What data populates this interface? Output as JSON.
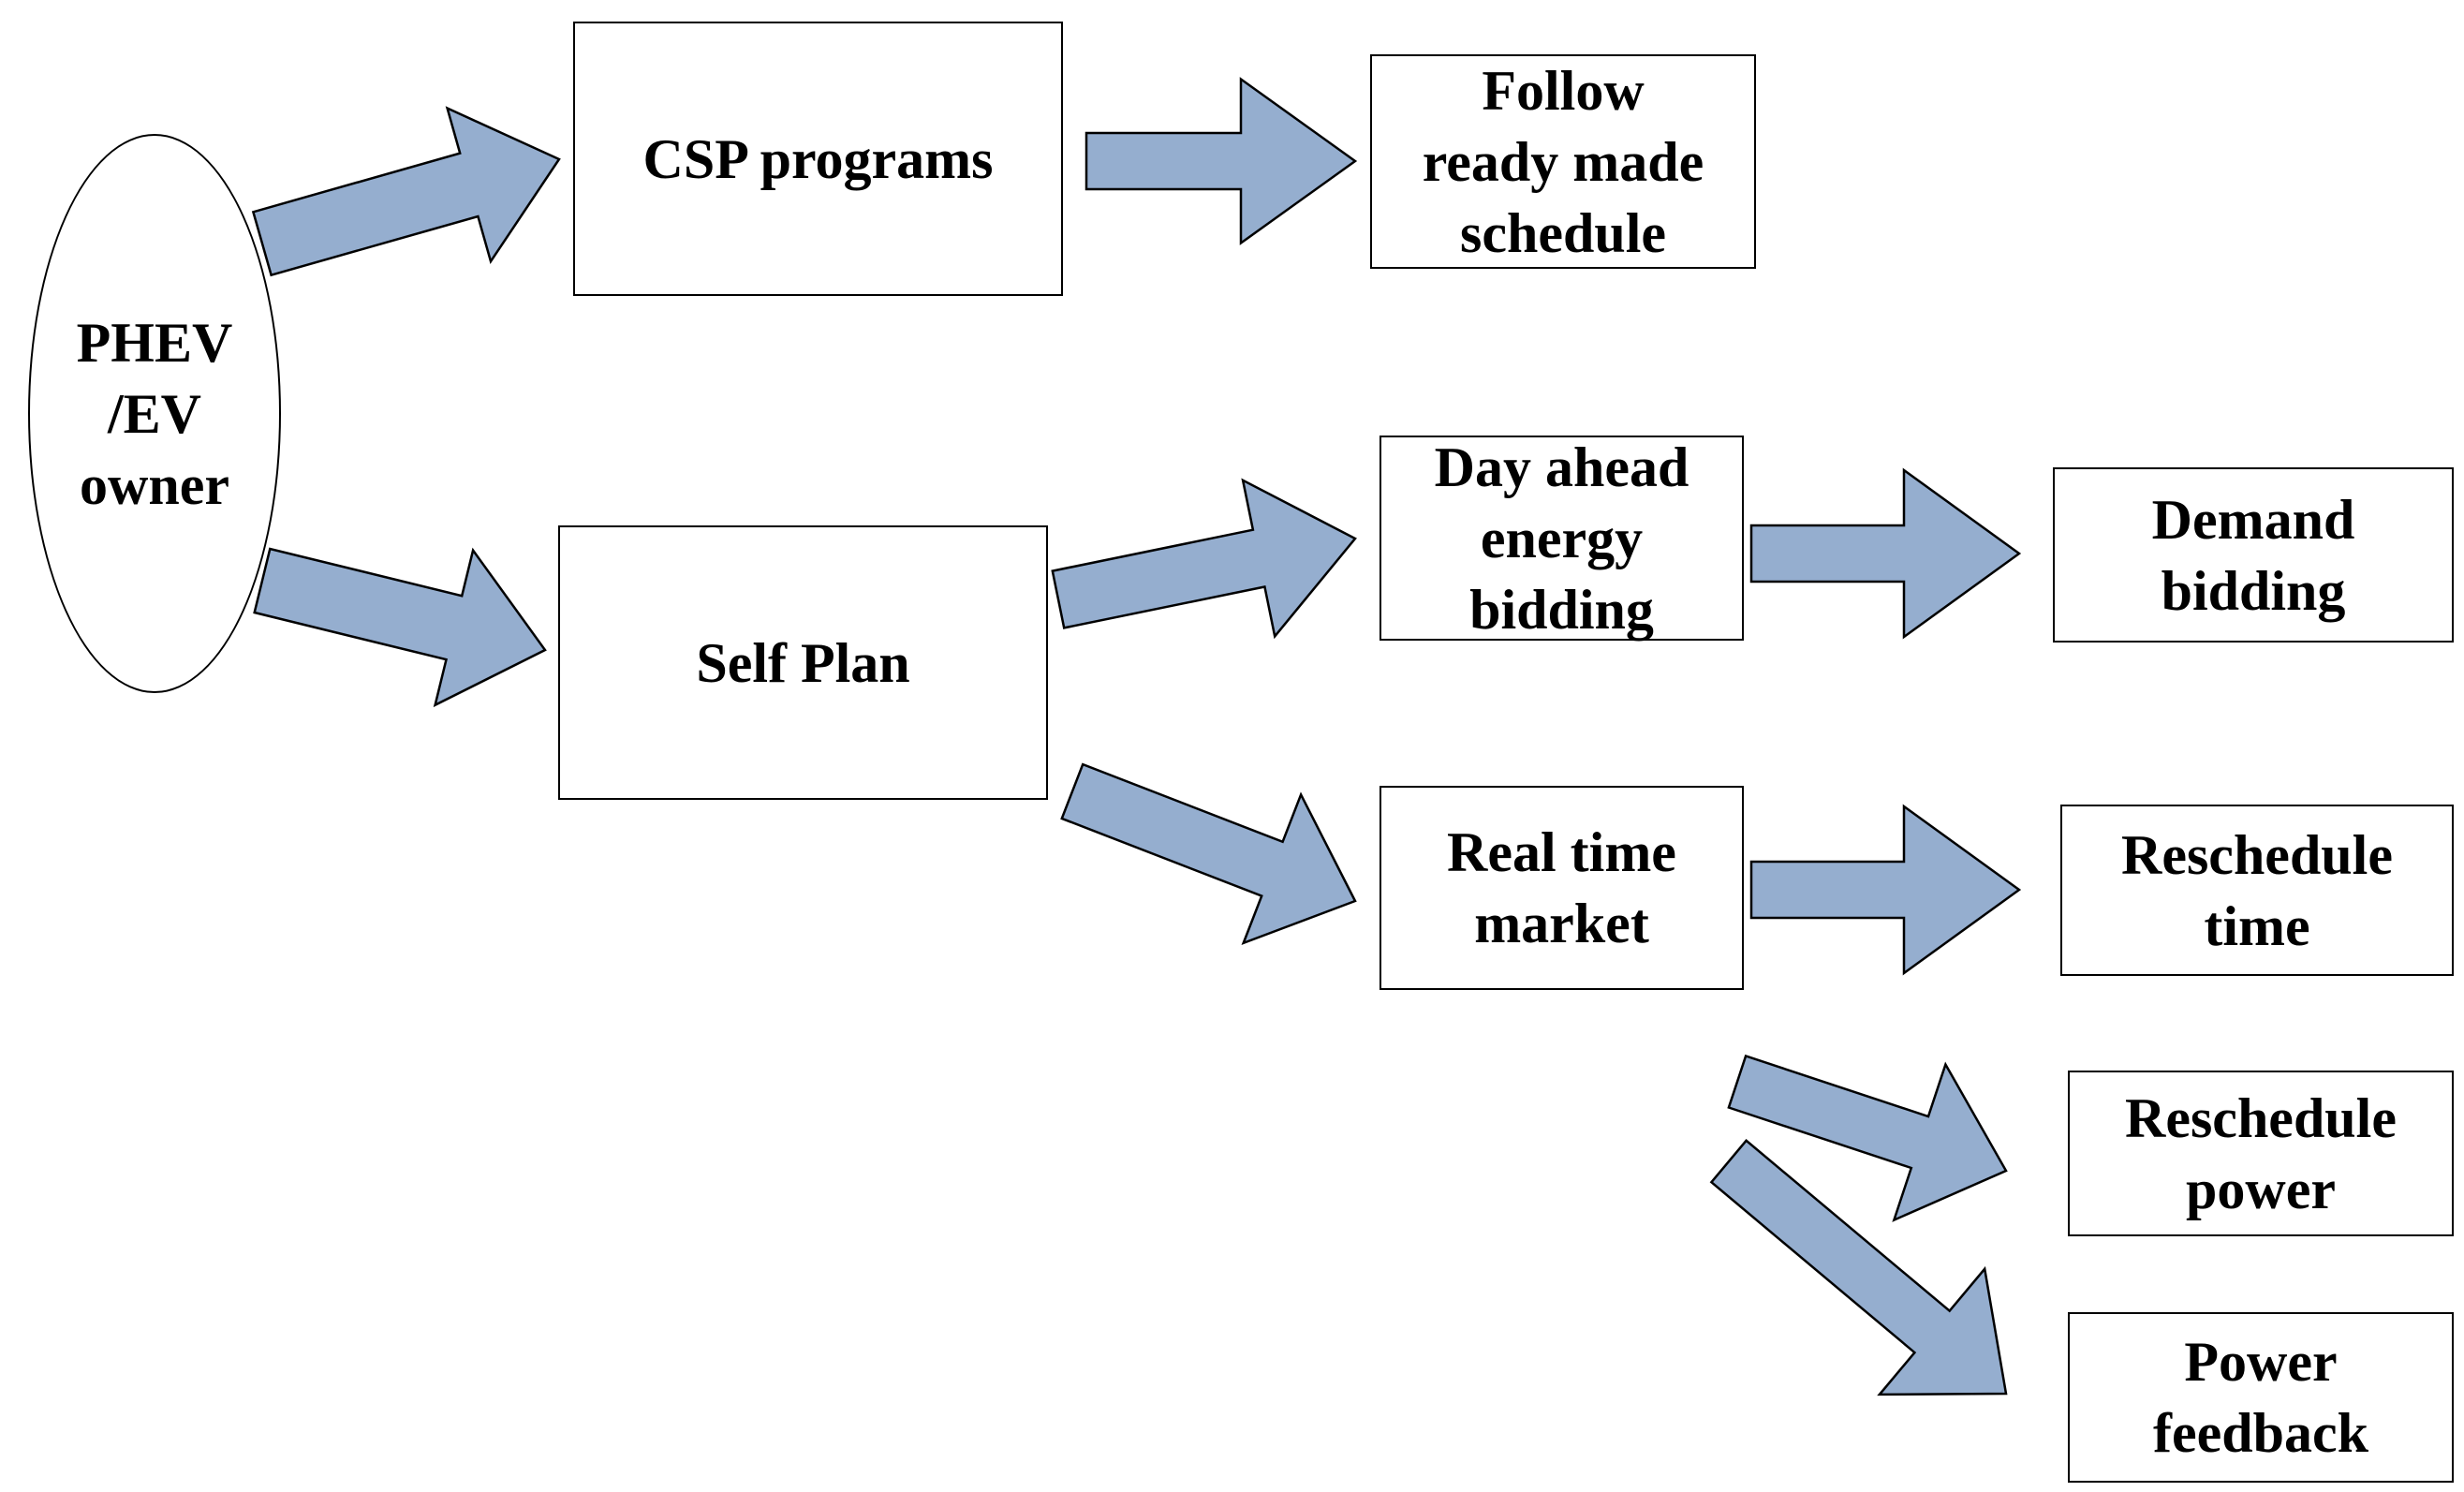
{
  "diagram": {
    "colors": {
      "arrow_fill": "#95aecf",
      "stroke": "#000000",
      "background": "#ffffff"
    },
    "nodes": {
      "owner": {
        "lines": [
          "PHEV",
          "/EV",
          "owner"
        ]
      },
      "csp": {
        "lines": [
          "CSP programs"
        ]
      },
      "follow": {
        "lines": [
          "Follow",
          "ready made",
          "schedule"
        ]
      },
      "self_plan": {
        "lines": [
          "Self Plan"
        ]
      },
      "day_ahead": {
        "lines": [
          "Day ahead",
          "energy",
          "bidding"
        ]
      },
      "demand": {
        "lines": [
          "Demand",
          "bidding"
        ]
      },
      "real_time": {
        "lines": [
          "Real time",
          "market"
        ]
      },
      "reschedule_time": {
        "lines": [
          "Reschedule",
          "time"
        ]
      },
      "reschedule_power": {
        "lines": [
          "Reschedule",
          "power"
        ]
      },
      "power_feedback": {
        "lines": [
          "Power",
          "feedback"
        ]
      }
    },
    "edges": [
      {
        "from": "owner",
        "to": "csp"
      },
      {
        "from": "owner",
        "to": "self_plan"
      },
      {
        "from": "csp",
        "to": "follow"
      },
      {
        "from": "self_plan",
        "to": "day_ahead"
      },
      {
        "from": "self_plan",
        "to": "real_time"
      },
      {
        "from": "day_ahead",
        "to": "demand"
      },
      {
        "from": "real_time",
        "to": "reschedule_time"
      },
      {
        "from": "real_time",
        "to": "reschedule_power"
      },
      {
        "from": "real_time",
        "to": "power_feedback"
      }
    ]
  }
}
